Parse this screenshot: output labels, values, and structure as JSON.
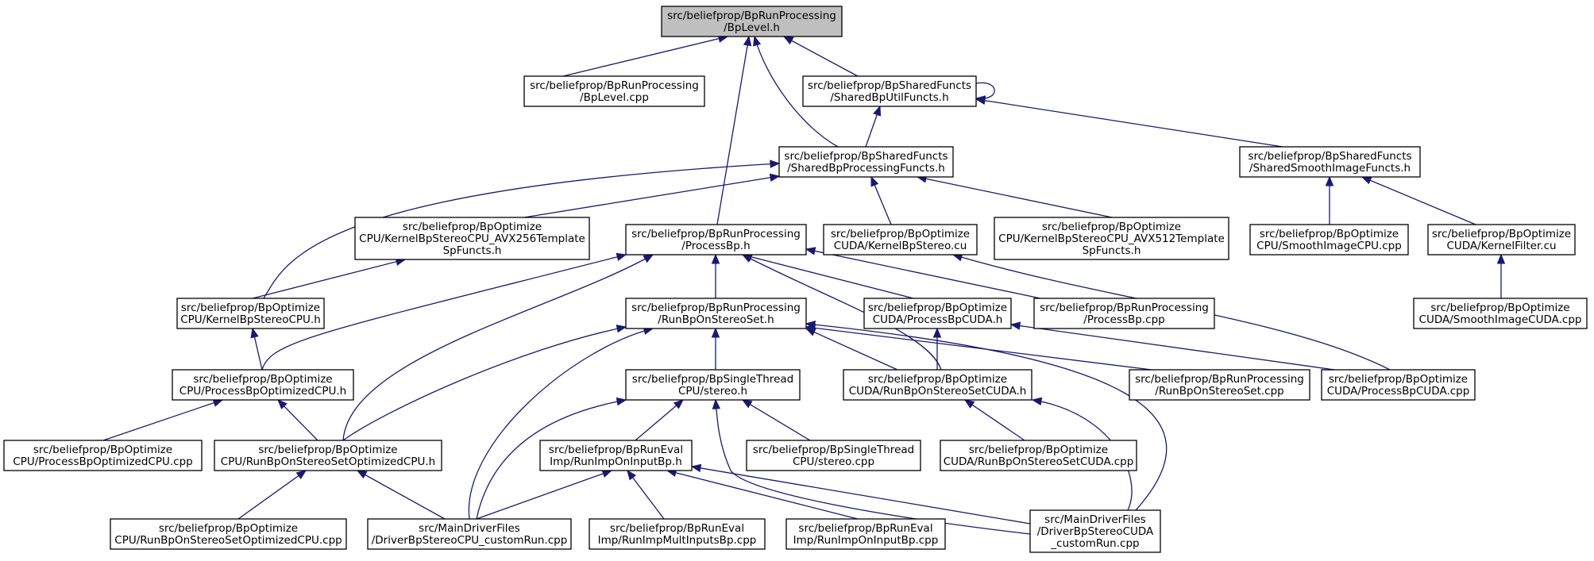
{
  "diagram": {
    "type": "include-dependency-graph",
    "nodes": [
      {
        "id": "bplevel_h",
        "lines": [
          "src/beliefprop/BpRunProcessing",
          "/BpLevel.h"
        ],
        "root": true
      },
      {
        "id": "bplevel_cpp",
        "lines": [
          "src/beliefprop/BpRunProcessing",
          "/BpLevel.cpp"
        ]
      },
      {
        "id": "sharedbputil",
        "lines": [
          "src/beliefprop/BpSharedFuncts",
          "/SharedBpUtilFuncts.h"
        ]
      },
      {
        "id": "sharedbpproc",
        "lines": [
          "src/beliefprop/BpSharedFuncts",
          "/SharedBpProcessingFuncts.h"
        ]
      },
      {
        "id": "sharedsmooth",
        "lines": [
          "src/beliefprop/BpSharedFuncts",
          "/SharedSmoothImageFuncts.h"
        ]
      },
      {
        "id": "avx256",
        "lines": [
          "src/beliefprop/BpOptimize",
          "CPU/KernelBpStereoCPU_AVX256Template",
          "SpFuncts.h"
        ]
      },
      {
        "id": "processbp_h",
        "lines": [
          "src/beliefprop/BpRunProcessing",
          "/ProcessBp.h"
        ]
      },
      {
        "id": "kernelbpstereo_cu",
        "lines": [
          "src/beliefprop/BpOptimize",
          "CUDA/KernelBpStereo.cu"
        ]
      },
      {
        "id": "avx512",
        "lines": [
          "src/beliefprop/BpOptimize",
          "CPU/KernelBpStereoCPU_AVX512Template",
          "SpFuncts.h"
        ]
      },
      {
        "id": "smoothimagecpu",
        "lines": [
          "src/beliefprop/BpOptimize",
          "CPU/SmoothImageCPU.cpp"
        ]
      },
      {
        "id": "kernelfilter",
        "lines": [
          "src/beliefprop/BpOptimize",
          "CUDA/KernelFilter.cu"
        ]
      },
      {
        "id": "kernelbpstereocpu",
        "lines": [
          "src/beliefprop/BpOptimize",
          "CPU/KernelBpStereoCPU.h"
        ]
      },
      {
        "id": "runbponstereoset_h",
        "lines": [
          "src/beliefprop/BpRunProcessing",
          "/RunBpOnStereoSet.h"
        ]
      },
      {
        "id": "processbpcuda_h",
        "lines": [
          "src/beliefprop/BpOptimize",
          "CUDA/ProcessBpCUDA.h"
        ]
      },
      {
        "id": "processbp_cpp",
        "lines": [
          "src/beliefprop/BpRunProcessing",
          "/ProcessBp.cpp"
        ]
      },
      {
        "id": "smoothimagecuda",
        "lines": [
          "src/beliefprop/BpOptimize",
          "CUDA/SmoothImageCUDA.cpp"
        ]
      },
      {
        "id": "processbpoptcpu_h",
        "lines": [
          "src/beliefprop/BpOptimize",
          "CPU/ProcessBpOptimizedCPU.h"
        ]
      },
      {
        "id": "stereo_h",
        "lines": [
          "src/beliefprop/BpSingleThread",
          "CPU/stereo.h"
        ]
      },
      {
        "id": "runbpcuda_h",
        "lines": [
          "src/beliefprop/BpOptimize",
          "CUDA/RunBpOnStereoSetCUDA.h"
        ]
      },
      {
        "id": "runbponstereoset_cpp",
        "lines": [
          "src/beliefprop/BpRunProcessing",
          "/RunBpOnStereoSet.cpp"
        ]
      },
      {
        "id": "processbpcuda_cpp",
        "lines": [
          "src/beliefprop/BpOptimize",
          "CUDA/ProcessBpCUDA.cpp"
        ]
      },
      {
        "id": "processbpoptcpu_cpp",
        "lines": [
          "src/beliefprop/BpOptimize",
          "CPU/ProcessBpOptimizedCPU.cpp"
        ]
      },
      {
        "id": "runbpoptcpu_h",
        "lines": [
          "src/beliefprop/BpOptimize",
          "CPU/RunBpOnStereoSetOptimizedCPU.h"
        ]
      },
      {
        "id": "runimponinputbp_h",
        "lines": [
          "src/beliefprop/BpRunEval",
          "Imp/RunImpOnInputBp.h"
        ]
      },
      {
        "id": "stereo_cpp",
        "lines": [
          "src/beliefprop/BpSingleThread",
          "CPU/stereo.cpp"
        ]
      },
      {
        "id": "runbpcuda_cpp",
        "lines": [
          "src/beliefprop/BpOptimize",
          "CUDA/RunBpOnStereoSetCUDA.cpp"
        ]
      },
      {
        "id": "runbpoptcpu_cpp",
        "lines": [
          "src/beliefprop/BpOptimize",
          "CPU/RunBpOnStereoSetOptimizedCPU.cpp"
        ]
      },
      {
        "id": "drivercpu",
        "lines": [
          "src/MainDriverFiles",
          "/DriverBpStereoCPU_customRun.cpp"
        ]
      },
      {
        "id": "runimpmulti",
        "lines": [
          "src/beliefprop/BpRunEval",
          "Imp/RunImpMultInputsBp.cpp"
        ]
      },
      {
        "id": "runimponinputbp_cpp",
        "lines": [
          "src/beliefprop/BpRunEval",
          "Imp/RunImpOnInputBp.cpp"
        ]
      },
      {
        "id": "drivercuda",
        "lines": [
          "src/MainDriverFiles",
          "/DriverBpStereoCUDA",
          "_customRun.cpp"
        ]
      }
    ]
  }
}
